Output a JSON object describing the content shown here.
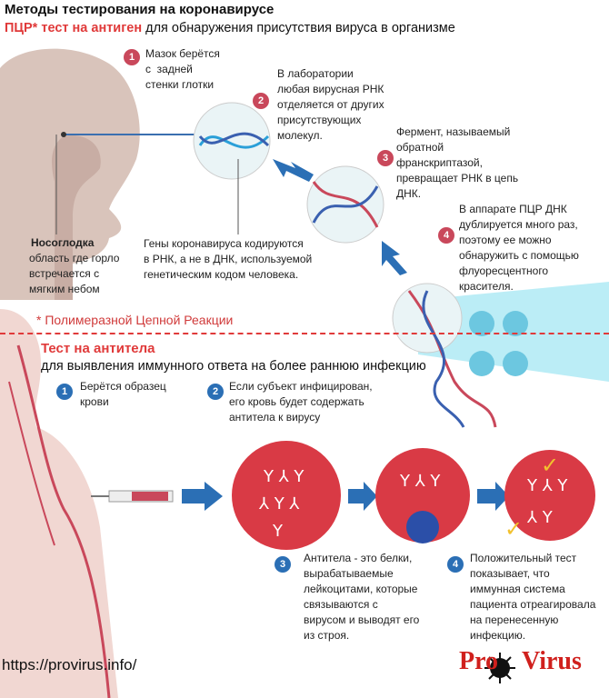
{
  "header": {
    "title": "Методы тестирования на коронавирусе",
    "pcr_title_red": "ПЦР* тест на антиген",
    "pcr_title_rest": " для обнаружения присутствия вируса в организме"
  },
  "pcr_steps": [
    {
      "num": "1",
      "text": "Мазок берётся\nс  задней\nстенки глотки"
    },
    {
      "num": "2",
      "text": "В лаборатории\nлюбая вирусная РНК\nотделяется от других\nприсутствующих\nмолекул."
    },
    {
      "num": "3",
      "text": "Фермент, называемый\nобратной\nфранскриптазой,\nпревращает РНК в цепь\nДНК."
    },
    {
      "num": "4",
      "text": "В аппарате ПЦР ДНК\nдублируется много раз,\nпоэтому ее можно\nобнаружить с помощью\nфлуоресцентного\nкрасителя."
    }
  ],
  "nasopharynx": {
    "label": "Носоглодка",
    "desc": "область где горло\nвстречается с\nмягким небом"
  },
  "genes_note": "Гены коронавируса кодируются\nв РНК, а не в ДНК, используемой\nгенетическим кодом человека.",
  "footnote": "* Полимеразной Цепной Реакции",
  "antibody": {
    "title": "Тест на антитела",
    "subtitle": "для выявления иммунного ответа на более раннюю инфекцию",
    "steps": [
      {
        "num": "1",
        "text": "Берётся образец\nкрови"
      },
      {
        "num": "2",
        "text": "Если субъект инфицирован,\nего кровь будет содержать\nантитела к вирусу"
      },
      {
        "num": "3",
        "text": "Антитела - это белки,\nвырабатываемые\nлейкоцитами, которые\nсвязываются с\nвирусом и выводят его\nиз строя."
      },
      {
        "num": "4",
        "text": "Положительный тест\nпоказывает, что\nиммунная система\nпациента отреагировала\nна перенесенную\nинфекцию."
      }
    ]
  },
  "footer": {
    "url": "https://provirus.info/",
    "logo_pro": "Pro",
    "logo_virus": "Virus"
  },
  "colors": {
    "accent_red": "#e03a3a",
    "circle_red": "#d93a45",
    "arrow_blue": "#2b6fb5",
    "head_tan": "#d9c4bb",
    "skin_pink": "#f1d7d2",
    "dna_bg": "#eaf4f6",
    "glow_cyan": "#7fd8e8"
  }
}
